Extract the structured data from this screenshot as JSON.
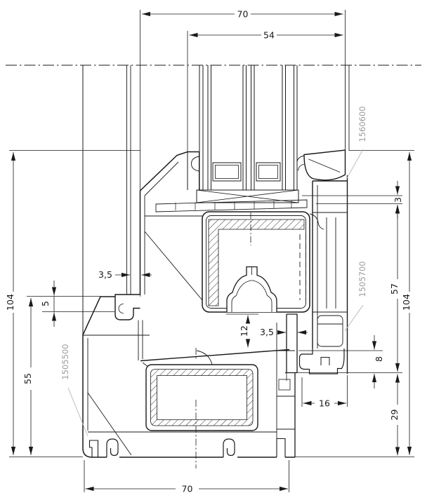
{
  "drawing": {
    "type": "technical-section-drawing",
    "dimensions": {
      "top_overall": "70",
      "top_glazing": "54",
      "left_overall": "104",
      "left_frame_height": "55",
      "left_offset": "5",
      "left_wall": "3,5",
      "center_clearance": "12",
      "center_wall": "3,5",
      "right_gap": "3",
      "right_rebate": "57",
      "right_overall": "104",
      "right_step": "8",
      "right_width": "16",
      "right_bottom": "29",
      "bottom_overall": "70"
    },
    "part_numbers": {
      "top_right": "1560600",
      "middle_right": "1505700",
      "bottom_left": "1505500"
    },
    "colors": {
      "line": "#1a1a1a",
      "part_label": "#9b9b9b",
      "background": "#ffffff"
    }
  }
}
